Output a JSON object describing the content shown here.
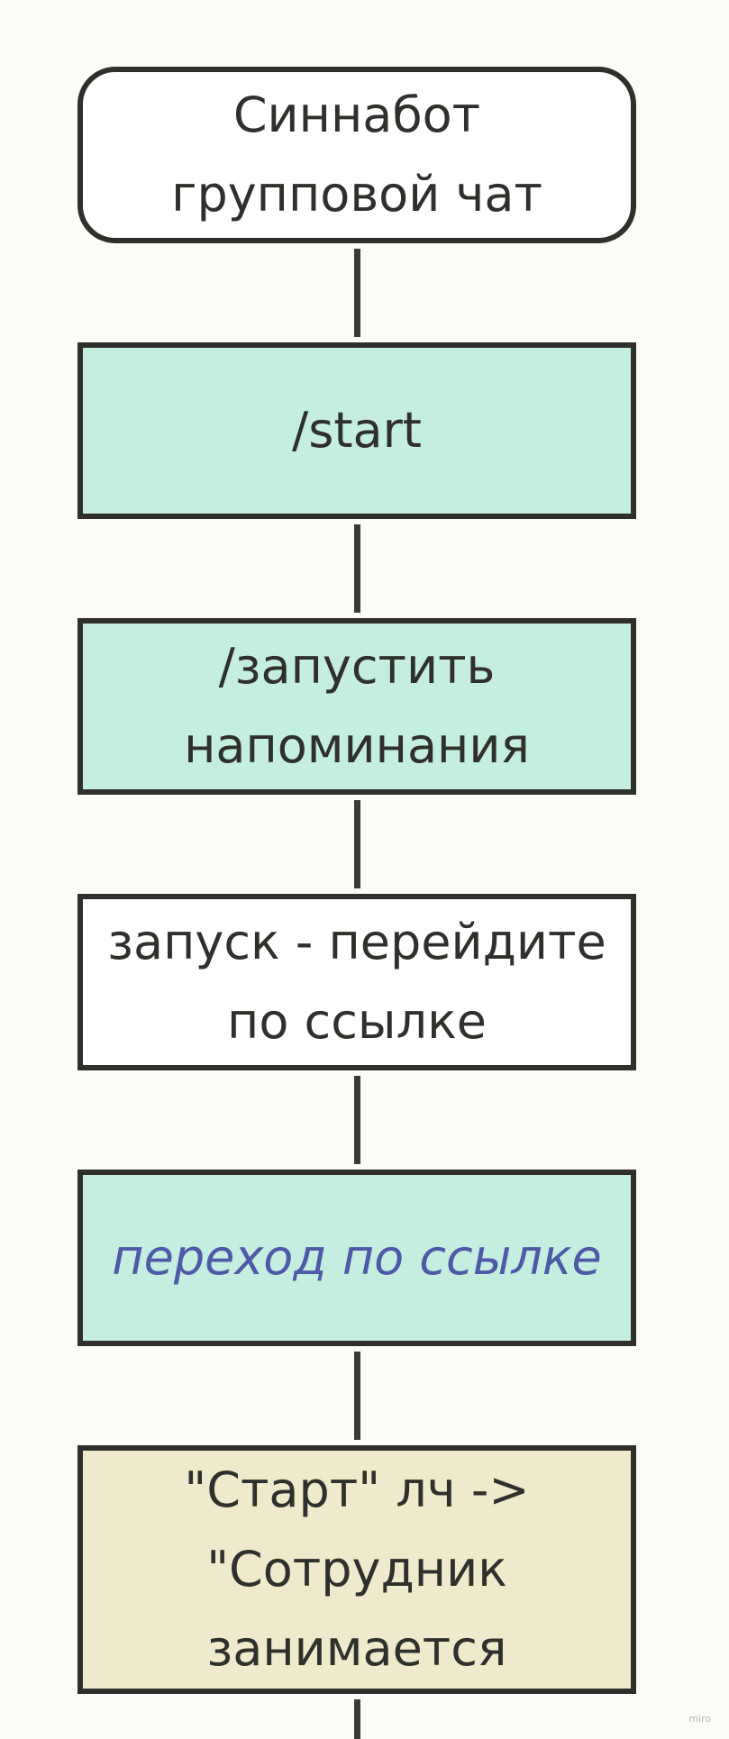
{
  "flowchart": {
    "nodes": [
      {
        "id": "n1",
        "lines": [
          "Синнабот",
          "групповой чат"
        ],
        "style": "white-rounded"
      },
      {
        "id": "n2",
        "lines": [
          "/start"
        ],
        "style": "teal"
      },
      {
        "id": "n3",
        "lines": [
          "/запустить",
          "напоминания"
        ],
        "style": "teal"
      },
      {
        "id": "n4",
        "lines": [
          "запуск - перейдите",
          "по ссылке"
        ],
        "style": "white"
      },
      {
        "id": "n5",
        "lines": [
          "переход по ссылке"
        ],
        "style": "teal-link"
      },
      {
        "id": "n6",
        "lines": [
          "\"Старт\" лч ->",
          "\"Сотрудник",
          "занимается"
        ],
        "style": "sand"
      }
    ],
    "edges": [
      {
        "from": "n1",
        "to": "n2"
      },
      {
        "from": "n2",
        "to": "n3"
      },
      {
        "from": "n3",
        "to": "n4"
      },
      {
        "from": "n4",
        "to": "n5"
      },
      {
        "from": "n5",
        "to": "n6"
      },
      {
        "from": "n6",
        "to": "offscreen"
      }
    ]
  },
  "colors": {
    "background": "#fcfcf7",
    "border": "#2f302b",
    "teal_fill": "#c4eee0",
    "sand_fill": "#eeeacb",
    "link_text": "#4e59a8"
  },
  "watermark": "miro"
}
